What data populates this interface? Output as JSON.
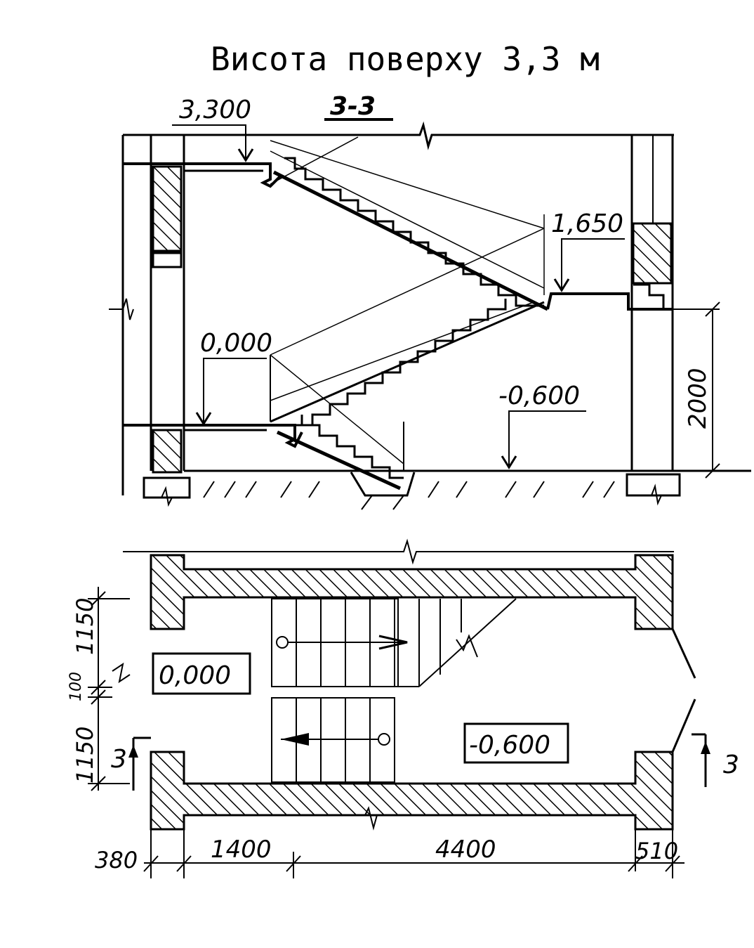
{
  "title": "Висота поверху 3,3 м",
  "section": {
    "label": "3-3",
    "level_top": "3,300",
    "level_mid": "1,650",
    "level_floor": "0,000",
    "level_basement": "-0,600",
    "dim_vertical": "2000"
  },
  "plan": {
    "level_landing": "0,000",
    "level_basement": "-0,600",
    "cut_left": "3",
    "cut_right": "3",
    "dims_vertical": [
      "1150",
      "100",
      "1150"
    ],
    "dims_horizontal": [
      "380",
      "1400",
      "4400",
      "510"
    ]
  }
}
